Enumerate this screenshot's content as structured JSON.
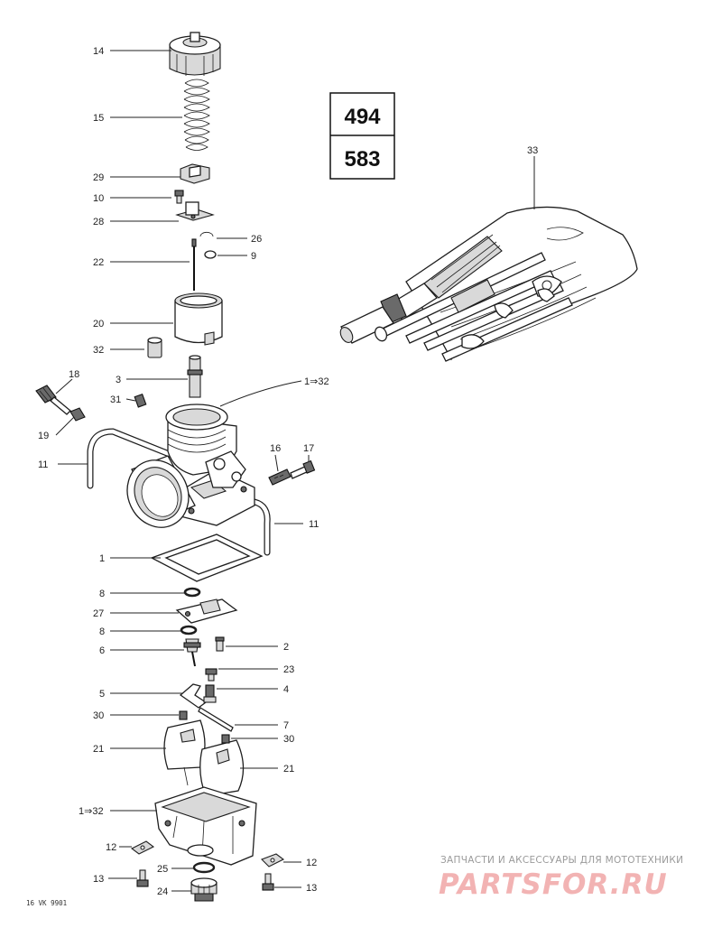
{
  "diagram": {
    "model_codes": [
      "494",
      "583"
    ],
    "figure_code": "16 VK 9901",
    "watermark": {
      "caption": "ЗАПЧАСТИ И АКСЕССУАРЫ ДЛЯ МОТОТЕХНИКИ",
      "brand": "PARTSFOR.RU"
    },
    "callouts": [
      {
        "id": "c14",
        "label": "14"
      },
      {
        "id": "c15",
        "label": "15"
      },
      {
        "id": "c29",
        "label": "29"
      },
      {
        "id": "c10",
        "label": "10"
      },
      {
        "id": "c28",
        "label": "28"
      },
      {
        "id": "c26",
        "label": "26"
      },
      {
        "id": "c9",
        "label": "9"
      },
      {
        "id": "c22",
        "label": "22"
      },
      {
        "id": "c20",
        "label": "20"
      },
      {
        "id": "c32",
        "label": "32"
      },
      {
        "id": "c3",
        "label": "3"
      },
      {
        "id": "c1to32a",
        "label": "1⇒32"
      },
      {
        "id": "c18",
        "label": "18"
      },
      {
        "id": "c31",
        "label": "31"
      },
      {
        "id": "c19",
        "label": "19"
      },
      {
        "id": "c16",
        "label": "16"
      },
      {
        "id": "c17",
        "label": "17"
      },
      {
        "id": "c11a",
        "label": "11"
      },
      {
        "id": "c11b",
        "label": "11"
      },
      {
        "id": "c1",
        "label": "1"
      },
      {
        "id": "c8a",
        "label": "8"
      },
      {
        "id": "c27",
        "label": "27"
      },
      {
        "id": "c8b",
        "label": "8"
      },
      {
        "id": "c6",
        "label": "6"
      },
      {
        "id": "c2",
        "label": "2"
      },
      {
        "id": "c23",
        "label": "23"
      },
      {
        "id": "c5",
        "label": "5"
      },
      {
        "id": "c4",
        "label": "4"
      },
      {
        "id": "c30a",
        "label": "30"
      },
      {
        "id": "c7",
        "label": "7"
      },
      {
        "id": "c21a",
        "label": "21"
      },
      {
        "id": "c30b",
        "label": "30"
      },
      {
        "id": "c21b",
        "label": "21"
      },
      {
        "id": "c1to32b",
        "label": "1⇒32"
      },
      {
        "id": "c12a",
        "label": "12"
      },
      {
        "id": "c12b",
        "label": "12"
      },
      {
        "id": "c25",
        "label": "25"
      },
      {
        "id": "c13a",
        "label": "13"
      },
      {
        "id": "c24",
        "label": "24"
      },
      {
        "id": "c13b",
        "label": "13"
      },
      {
        "id": "c33",
        "label": "33"
      }
    ]
  }
}
